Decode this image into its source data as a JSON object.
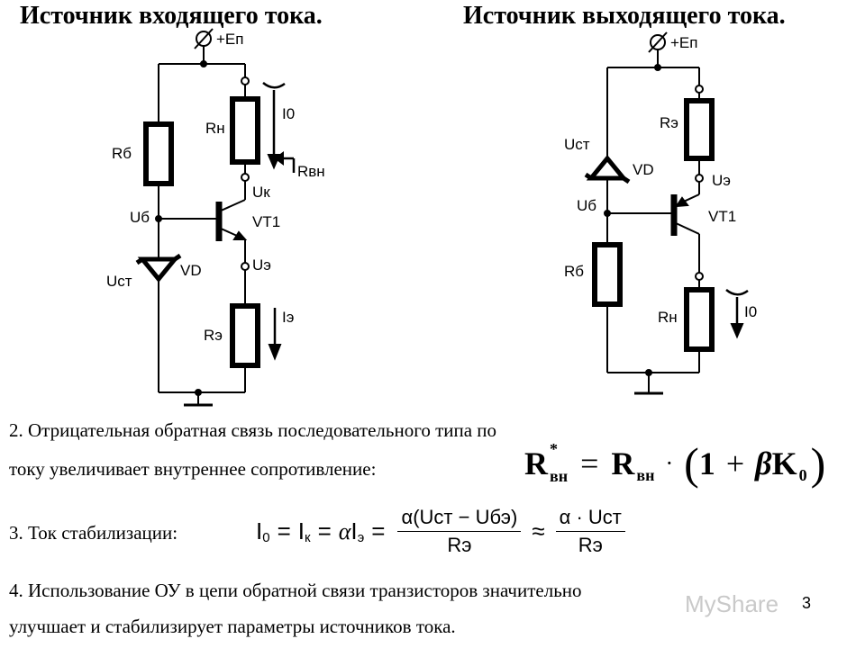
{
  "titles": {
    "left": "Источник входящего тока.",
    "right": "Источник выходящего тока."
  },
  "left_circuit": {
    "supply": "+Eп",
    "rb": "Rб",
    "rn": "Rн",
    "i0": "I0",
    "rvn": "Rвн",
    "uk": "Uк",
    "ub": "Uб",
    "vt": "VT1",
    "ue": "Uэ",
    "ust": "Uст",
    "vd": "VD",
    "ie": "Iэ",
    "re": "Rэ"
  },
  "right_circuit": {
    "supply": "+Eп",
    "re": "Rэ",
    "ust": "Uст",
    "vd": "VD",
    "ue": "Uэ",
    "ub": "Uб",
    "vt": "VT1",
    "rb": "Rб",
    "rn": "Rн",
    "i0": "I0"
  },
  "points": {
    "p2_line1": "2. Отрицательная обратная связь последовательного типа по",
    "p2_line2": "току увеличивает внутреннее сопротивление:",
    "p3": "3. Ток стабилизации:",
    "p4_line1": "4. Использование ОУ в цепи обратной связи транзисторов значительно",
    "p4_line2": "улучшает и стабилизирует параметры источников тока."
  },
  "formula1": {
    "lhs": "R",
    "lhs_sup": "*",
    "lhs_sub": "вн",
    "eq": "=",
    "r": "R",
    "r_sub": "вн",
    "dot": "·",
    "open": "(",
    "one": "1",
    "plus": "+",
    "beta": "β",
    "k": "K",
    "k_sub": "0",
    "close": ")"
  },
  "formula2": {
    "i0": "I",
    "i0_sub": "0",
    "eq1": "=",
    "ik": "I",
    "ik_sub": "к",
    "eq2": "=",
    "alpha": "α",
    "ie": "I",
    "ie_sub": "э",
    "eq3": "=",
    "num1": "α(Uст − Uбэ)",
    "den1": "Rэ",
    "approx": "≈",
    "num2": "α · Uст",
    "den2": "Rэ"
  },
  "watermark": "MyShare",
  "page_number": "3"
}
